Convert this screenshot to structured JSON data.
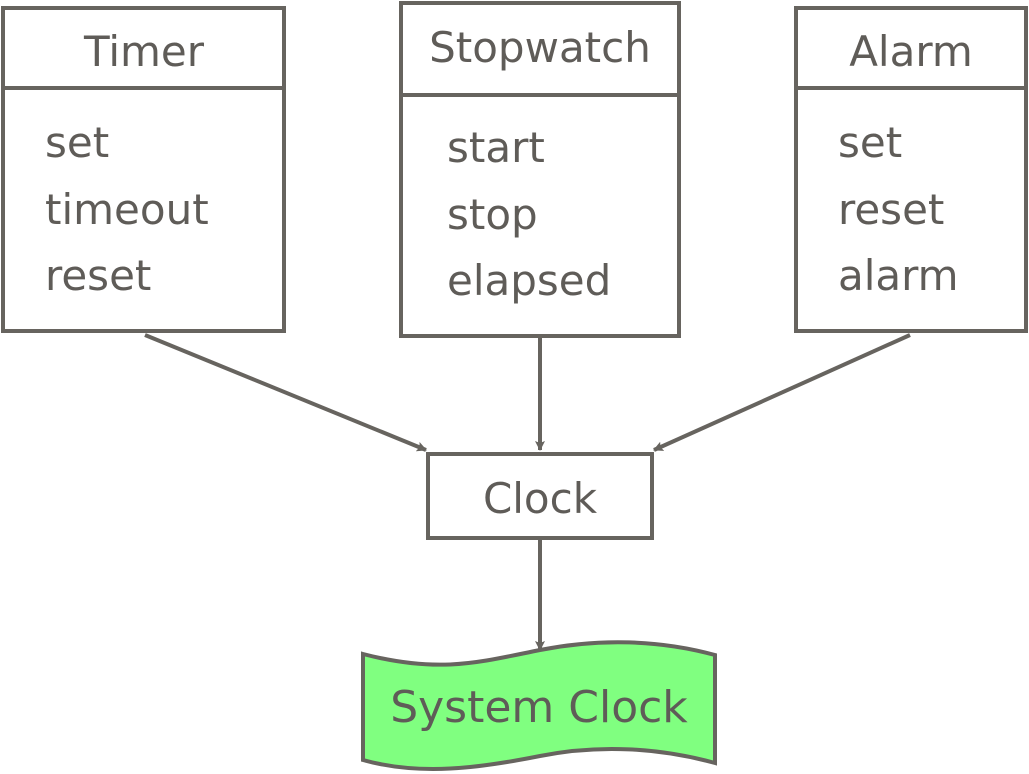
{
  "classes": [
    {
      "title": "Timer",
      "methods": [
        "set",
        "timeout",
        "reset"
      ]
    },
    {
      "title": "Stopwatch",
      "methods": [
        "start",
        "stop",
        "elapsed"
      ]
    },
    {
      "title": "Alarm",
      "methods": [
        "set",
        "reset",
        "alarm"
      ]
    }
  ],
  "clock": {
    "label": "Clock"
  },
  "system_clock": {
    "label": "System Clock"
  },
  "colors": {
    "stroke": "#67645f",
    "system_clock_fill": "#80ff80"
  }
}
